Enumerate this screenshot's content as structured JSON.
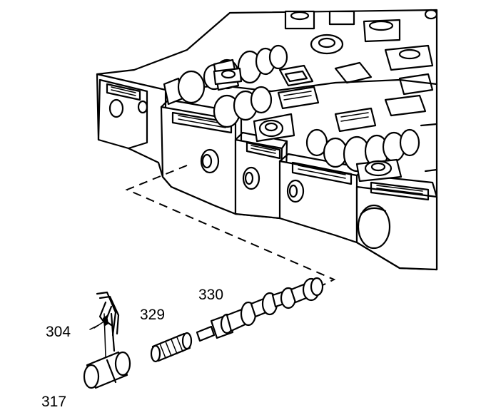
{
  "diagram": {
    "background": "#ffffff",
    "line_color": "#000000",
    "labels": [
      {
        "id": "304",
        "text": "304"
      },
      {
        "id": "317",
        "text": "317"
      },
      {
        "id": "329",
        "text": "329"
      },
      {
        "id": "330",
        "text": "330"
      }
    ]
  }
}
